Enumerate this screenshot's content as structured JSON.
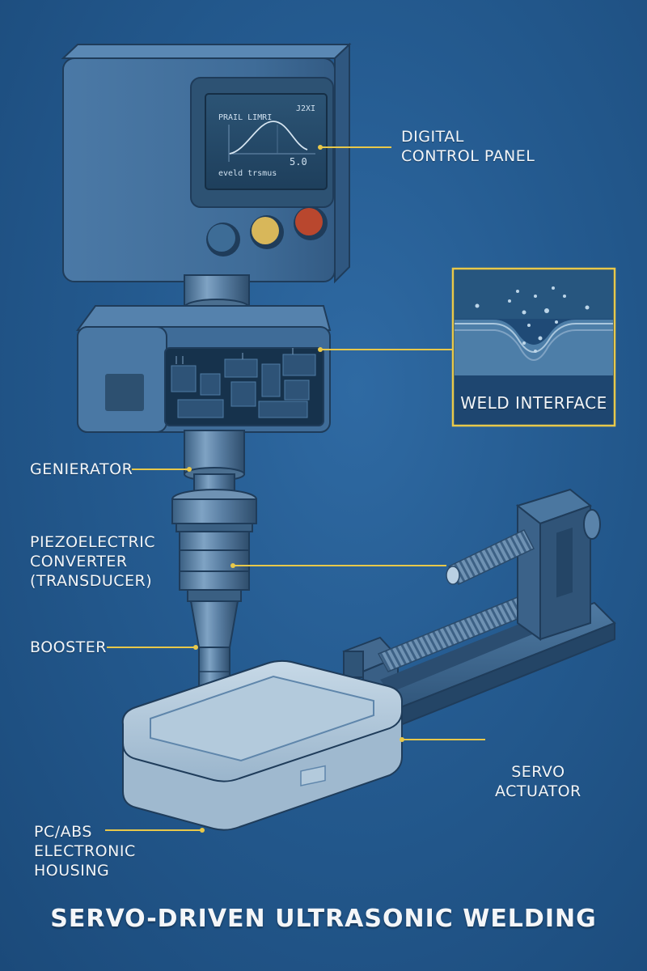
{
  "title": "SERVO-DRIVEN ULTRASONIC WELDING",
  "labels": {
    "digital_control_panel": [
      "DIGITAL",
      "CONTROL PANEL"
    ],
    "weld_interface": "WELD INTERFACE",
    "generator": "GENIERATOR",
    "piezoelectric_converter": [
      "PIEZOELECTRIC",
      "CONVERTER",
      "(TRANSDUCER)"
    ],
    "booster": "BOOSTER",
    "servo_actuator": [
      "SERVO",
      "ACTUATOR"
    ],
    "housing": [
      "PC/ABS",
      "ELECTRONIC",
      "HOUSING"
    ]
  },
  "screen": {
    "header_left": "PRAIL LIMRI",
    "header_right": "J2XI",
    "footer_left": "eveld trsmus",
    "value": "5.0"
  },
  "colors": {
    "background": "#245a8f",
    "leader_line": "#e8c84a",
    "inset_frame": "#e8c84a",
    "button_blue": "#3d6c96",
    "button_yellow": "#d8b75a",
    "button_red": "#b9472e"
  }
}
